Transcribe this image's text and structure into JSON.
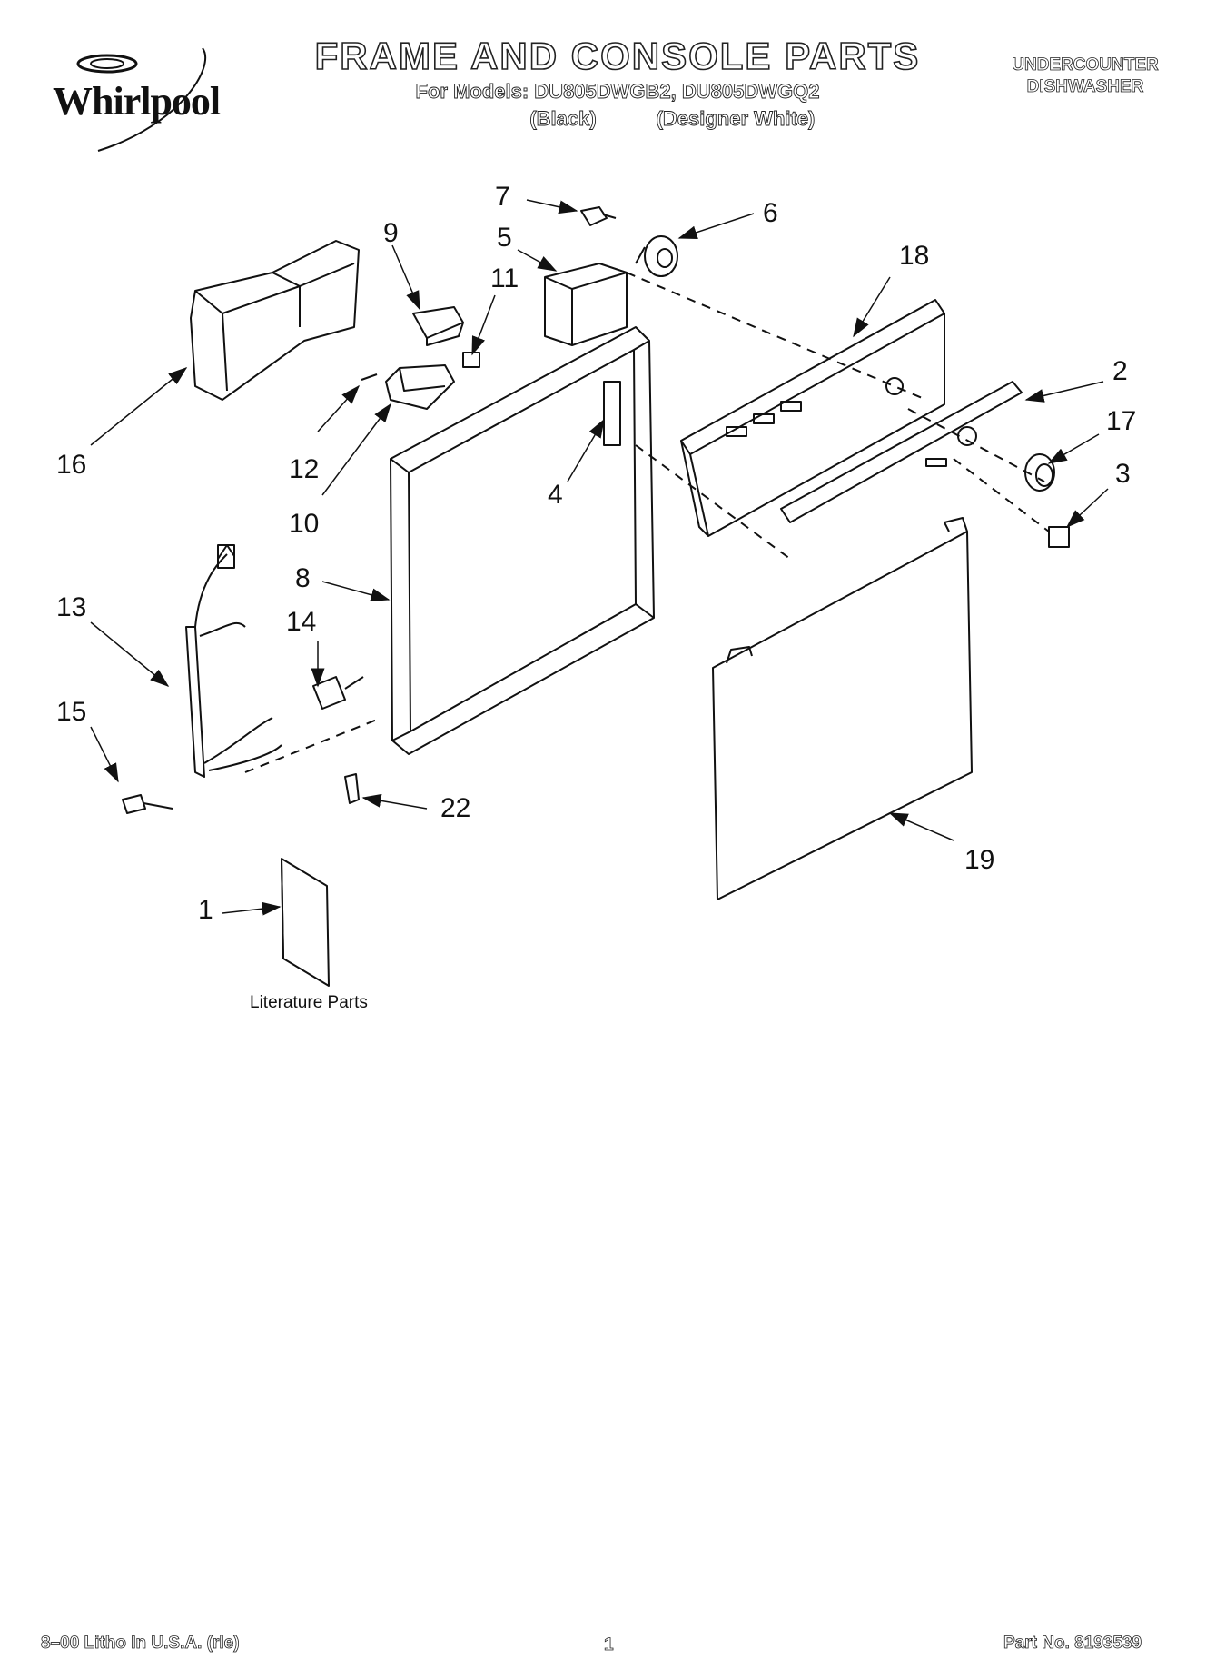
{
  "header": {
    "brand": "Whirlpool",
    "title": "FRAME AND CONSOLE PARTS",
    "models_line": "For Models: DU805DWGB2, DU805DWGQ2",
    "color_black": "(Black)",
    "color_white": "(Designer White)",
    "appliance_line1": "UNDERCOUNTER",
    "appliance_line2": "DISHWASHER"
  },
  "callouts": {
    "c1": "1",
    "c2": "2",
    "c3": "3",
    "c4": "4",
    "c5": "5",
    "c6": "6",
    "c7": "7",
    "c8": "8",
    "c9": "9",
    "c10": "10",
    "c11": "11",
    "c12": "12",
    "c13": "13",
    "c14": "14",
    "c15": "15",
    "c16": "16",
    "c17": "17",
    "c18": "18",
    "c19": "19",
    "c22": "22"
  },
  "literature_label": "Literature Parts",
  "footer": {
    "litho": "8–00 Litho In U.S.A. (rle)",
    "page": "1",
    "part_no": "Part No. 8193539"
  },
  "icons": [
    "whirlpool-swirl-logo",
    "arrow-icon"
  ]
}
